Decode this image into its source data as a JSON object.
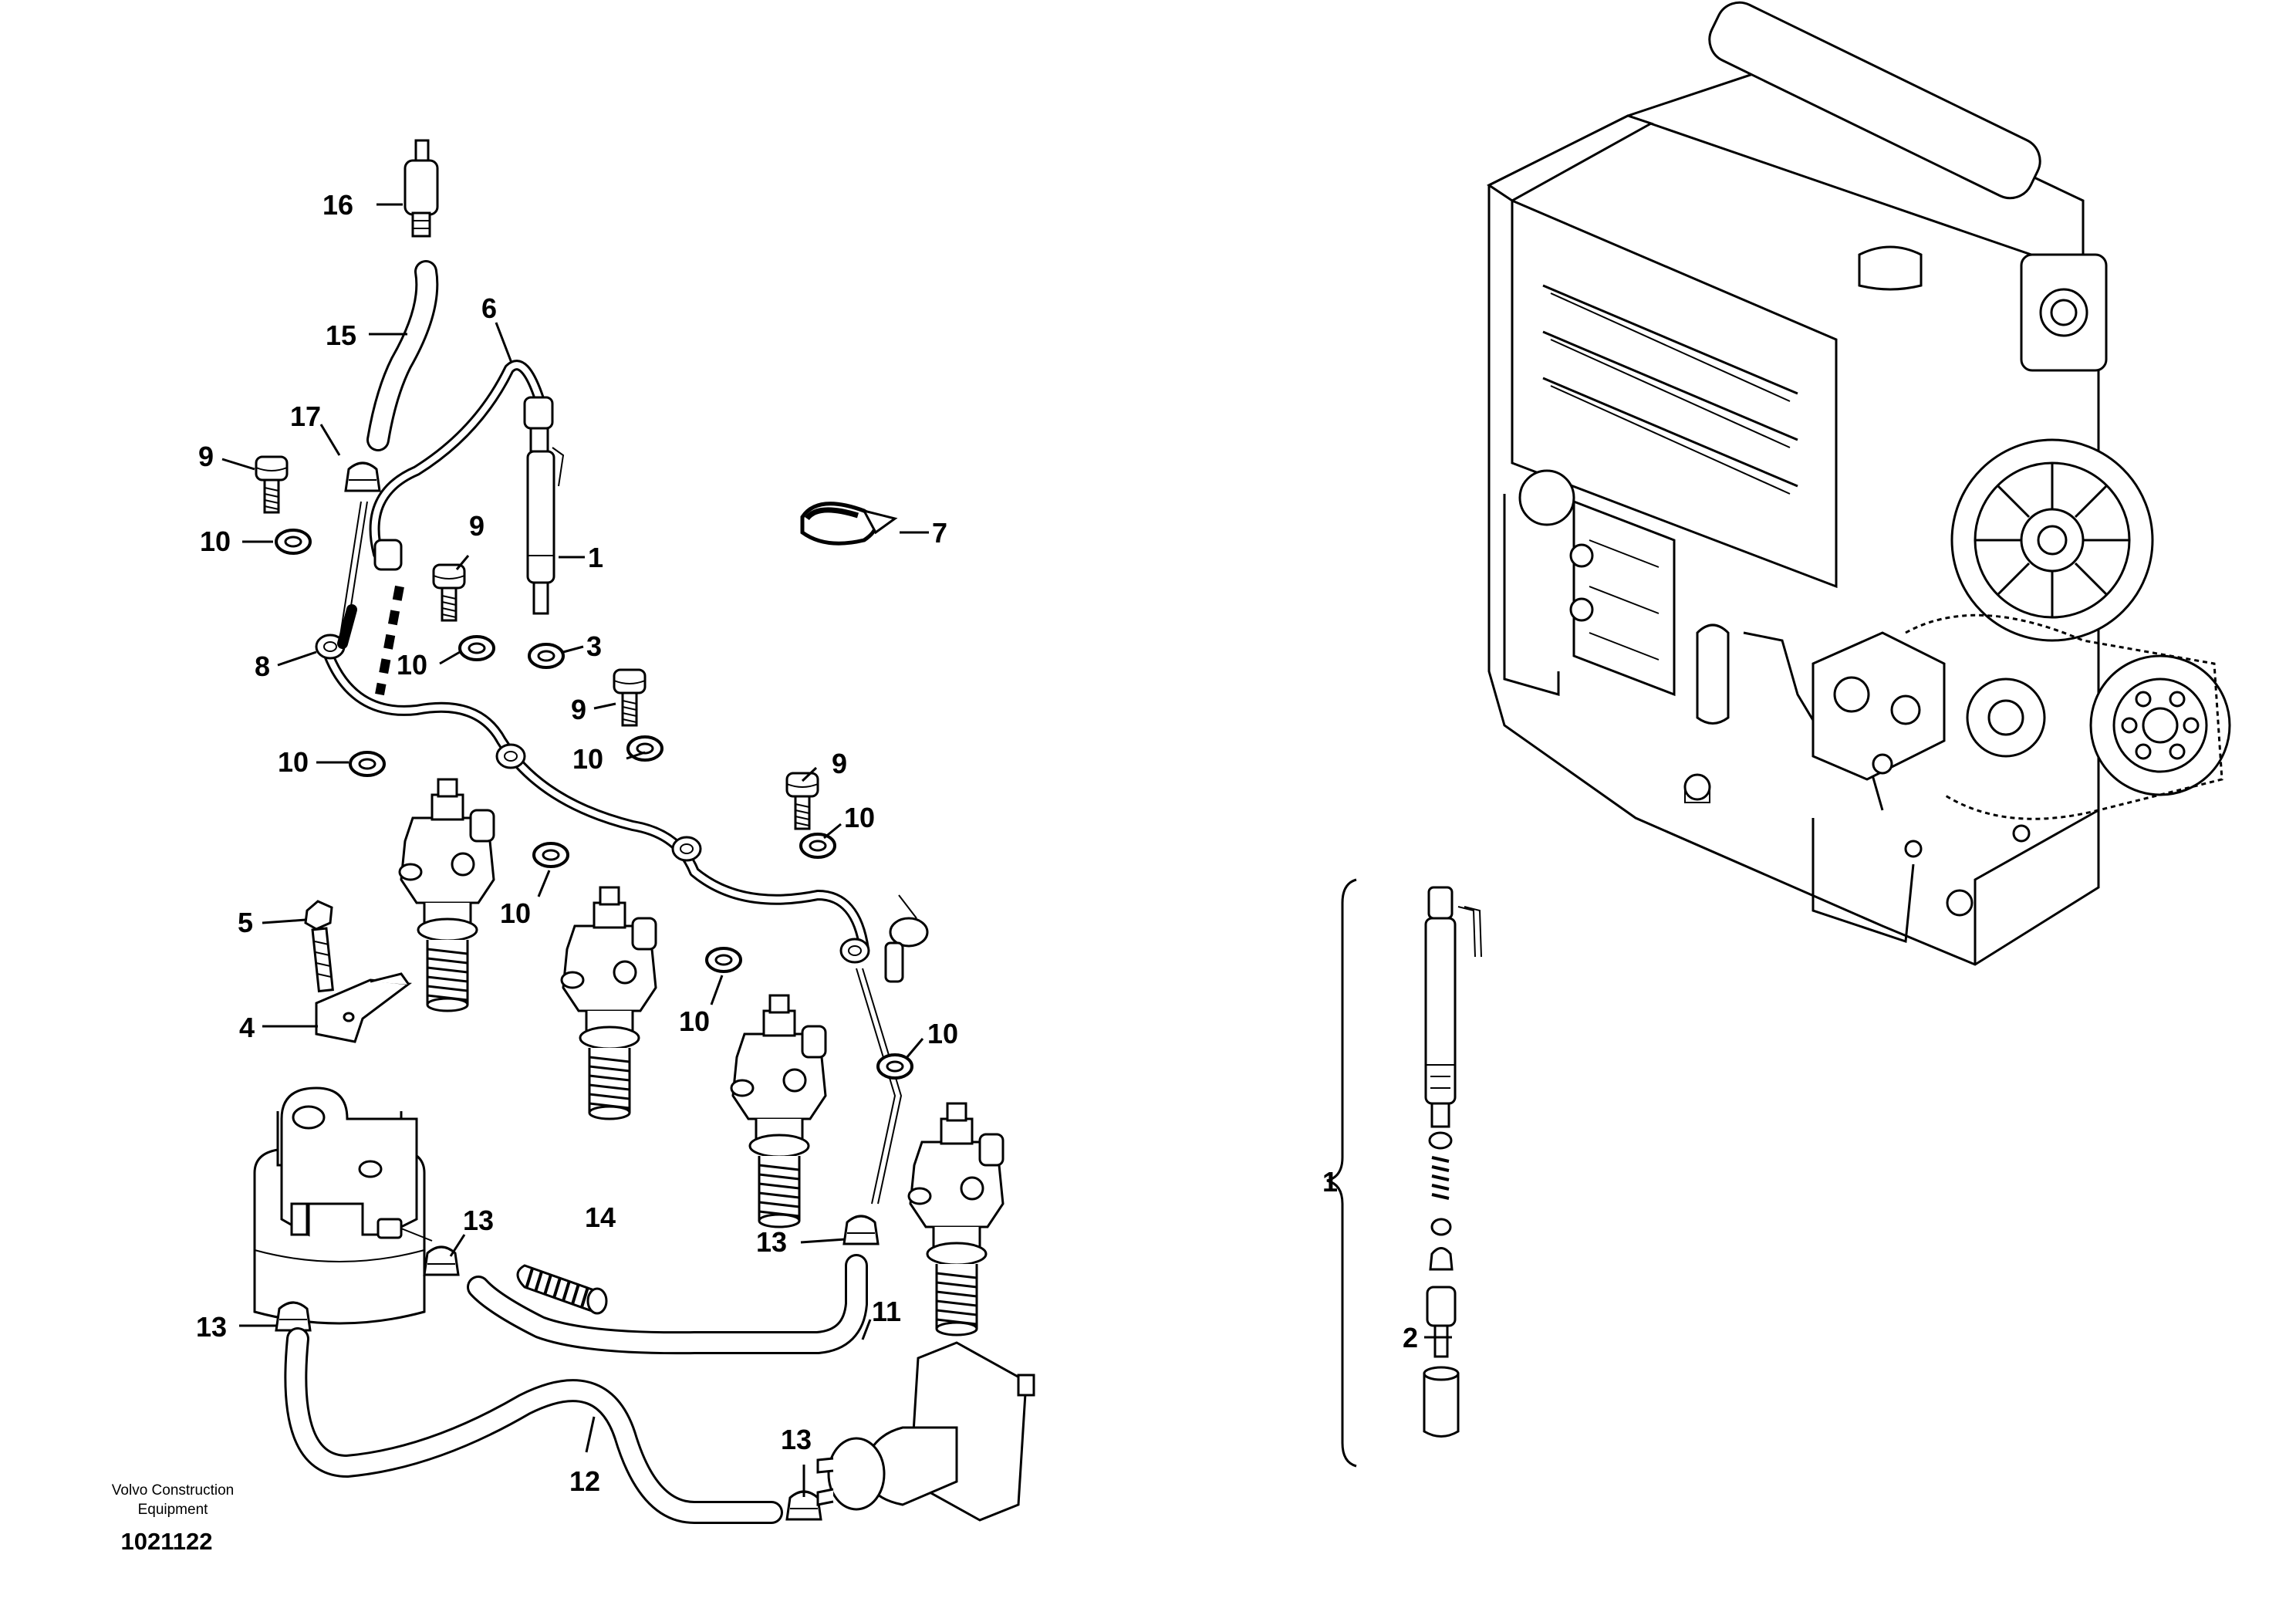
{
  "callouts": [
    {
      "id": "16",
      "text": "16"
    },
    {
      "id": "15",
      "text": "15"
    },
    {
      "id": "6",
      "text": "6"
    },
    {
      "id": "17",
      "text": "17"
    },
    {
      "id": "9a",
      "text": "9"
    },
    {
      "id": "10a",
      "text": "10"
    },
    {
      "id": "9b",
      "text": "9"
    },
    {
      "id": "1a",
      "text": "1"
    },
    {
      "id": "7",
      "text": "7"
    },
    {
      "id": "3",
      "text": "3"
    },
    {
      "id": "8",
      "text": "8"
    },
    {
      "id": "10b",
      "text": "10"
    },
    {
      "id": "9c",
      "text": "9"
    },
    {
      "id": "10c",
      "text": "10"
    },
    {
      "id": "10d",
      "text": "10"
    },
    {
      "id": "9d",
      "text": "9"
    },
    {
      "id": "10e",
      "text": "10"
    },
    {
      "id": "5",
      "text": "5"
    },
    {
      "id": "10f",
      "text": "10"
    },
    {
      "id": "10g",
      "text": "10"
    },
    {
      "id": "4",
      "text": "4"
    },
    {
      "id": "10h",
      "text": "10"
    },
    {
      "id": "13a",
      "text": "13"
    },
    {
      "id": "14",
      "text": "14"
    },
    {
      "id": "13b",
      "text": "13"
    },
    {
      "id": "11",
      "text": "11"
    },
    {
      "id": "13c",
      "text": "13"
    },
    {
      "id": "12",
      "text": "12"
    },
    {
      "id": "13d",
      "text": "13"
    },
    {
      "id": "1b",
      "text": "1"
    },
    {
      "id": "2",
      "text": "2"
    }
  ],
  "brand": {
    "line1": "Volvo Construction",
    "line2": "Equipment"
  },
  "doc_number": "1021122"
}
